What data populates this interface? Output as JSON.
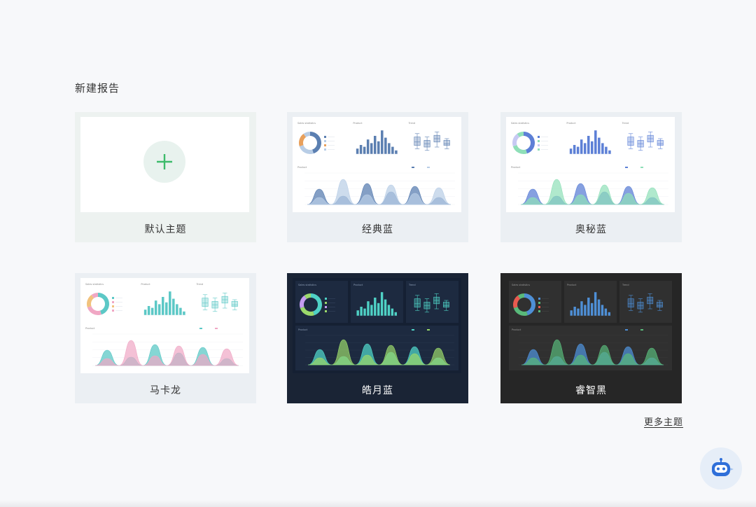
{
  "page": {
    "section_title": "新建报告",
    "more_link": "更多主题"
  },
  "themes": [
    {
      "name": "默认主题",
      "style": "default"
    },
    {
      "name": "经典蓝",
      "style": "light",
      "colors": {
        "primary": "#5b7fb1",
        "secondary": "#b8cde6",
        "accent": "#e8a05c"
      }
    },
    {
      "name": "奥秘蓝",
      "style": "light",
      "colors": {
        "primary": "#5d80d6",
        "secondary": "#8fdfb8",
        "accent": "#c7c9f3"
      }
    },
    {
      "name": "马卡龙",
      "style": "light",
      "colors": {
        "primary": "#5cc8c6",
        "secondary": "#f0a7c4",
        "accent": "#f1c27d"
      }
    },
    {
      "name": "皓月蓝",
      "style": "dark-navy",
      "colors": {
        "primary": "#4fd1c5",
        "secondary": "#9bd96b",
        "accent": "#c59cf0"
      }
    },
    {
      "name": "睿智黑",
      "style": "dark-black",
      "colors": {
        "primary": "#4e8fd6",
        "secondary": "#59b97a",
        "accent": "#e95a4f"
      }
    }
  ],
  "preview": {
    "panel_titles": [
      "Sales statistics",
      "Product",
      "Trend"
    ],
    "bottom_title": "Product",
    "bar_values": [
      3,
      5,
      4,
      8,
      6,
      10,
      7,
      13,
      9,
      6,
      4,
      2
    ],
    "box_plots": [
      {
        "min": 4,
        "q1": 6,
        "median": 8,
        "q3": 11,
        "max": 13
      },
      {
        "min": 3,
        "q1": 5,
        "median": 7,
        "q3": 9,
        "max": 11
      },
      {
        "min": 5,
        "q1": 8,
        "median": 10,
        "q3": 12,
        "max": 14
      },
      {
        "min": 4,
        "q1": 6,
        "median": 7,
        "q3": 9,
        "max": 10
      }
    ],
    "donut_values": [
      45,
      25,
      20,
      10
    ]
  },
  "icons": {
    "add": "plus-icon",
    "assistant": "robot-icon"
  }
}
